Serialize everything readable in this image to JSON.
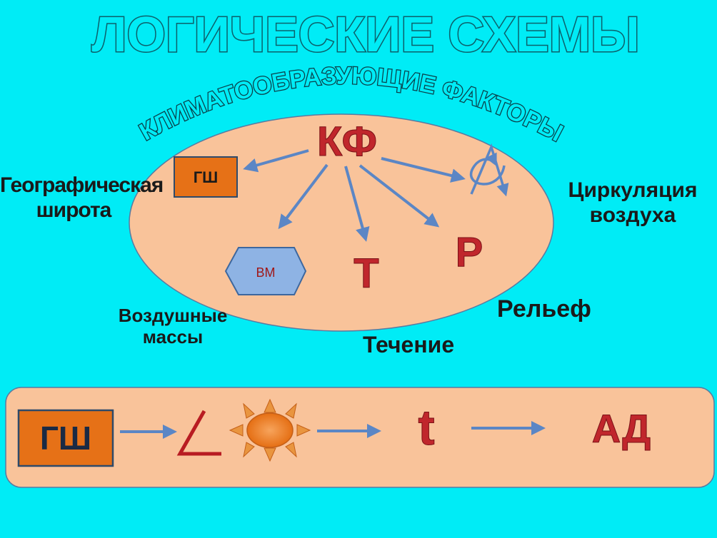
{
  "title": "ЛОГИЧЕСКИЕ СХЕМЫ",
  "arc_title": "КЛИМАТООБРАЗУЮЩИЕ ФАКТОРЫ",
  "center": "КФ",
  "nodes": {
    "gsh": "ГШ",
    "vm": "ВМ",
    "t": "Т",
    "r": "Р"
  },
  "labels": {
    "geo_line1": "Географическая",
    "geo_line2": "широта",
    "circ_line1": "Циркуляция",
    "circ_line2": "воздуха",
    "air_line1": "Воздушные",
    "air_line2": "массы",
    "current": "Течение",
    "relief": "Рельеф"
  },
  "chain": {
    "gsh": "ГШ",
    "t": "t",
    "ad": "АД"
  },
  "colors": {
    "background": "#00ecf6",
    "ellipse": "#f9c39a",
    "orange": "#e67117",
    "red": "#c0262c",
    "arrow": "#5b86c5",
    "vm_fill": "#8eb3e4"
  }
}
